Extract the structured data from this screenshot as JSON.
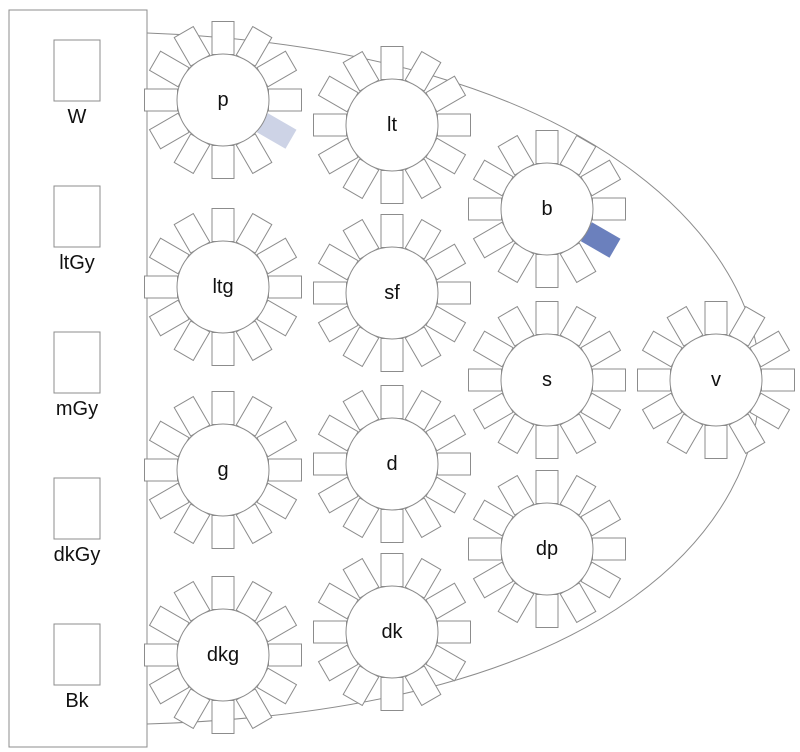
{
  "legend": [
    {
      "label": "W"
    },
    {
      "label": "ltGy"
    },
    {
      "label": "mGy"
    },
    {
      "label": "dkGy"
    },
    {
      "label": "Bk"
    }
  ],
  "tables": [
    {
      "label": "p",
      "chairs": 12,
      "highlight": {
        "seat": 4,
        "color": "#cdd3e6"
      }
    },
    {
      "label": "lt",
      "chairs": 12
    },
    {
      "label": "b",
      "chairs": 12,
      "highlight": {
        "seat": 4,
        "color": "#6b80bd"
      }
    },
    {
      "label": "ltg",
      "chairs": 12
    },
    {
      "label": "sf",
      "chairs": 12
    },
    {
      "label": "s",
      "chairs": 12
    },
    {
      "label": "v",
      "chairs": 12
    },
    {
      "label": "g",
      "chairs": 12
    },
    {
      "label": "d",
      "chairs": 12
    },
    {
      "label": "dp",
      "chairs": 12
    },
    {
      "label": "dkg",
      "chairs": 12
    },
    {
      "label": "dk",
      "chairs": 12
    }
  ]
}
